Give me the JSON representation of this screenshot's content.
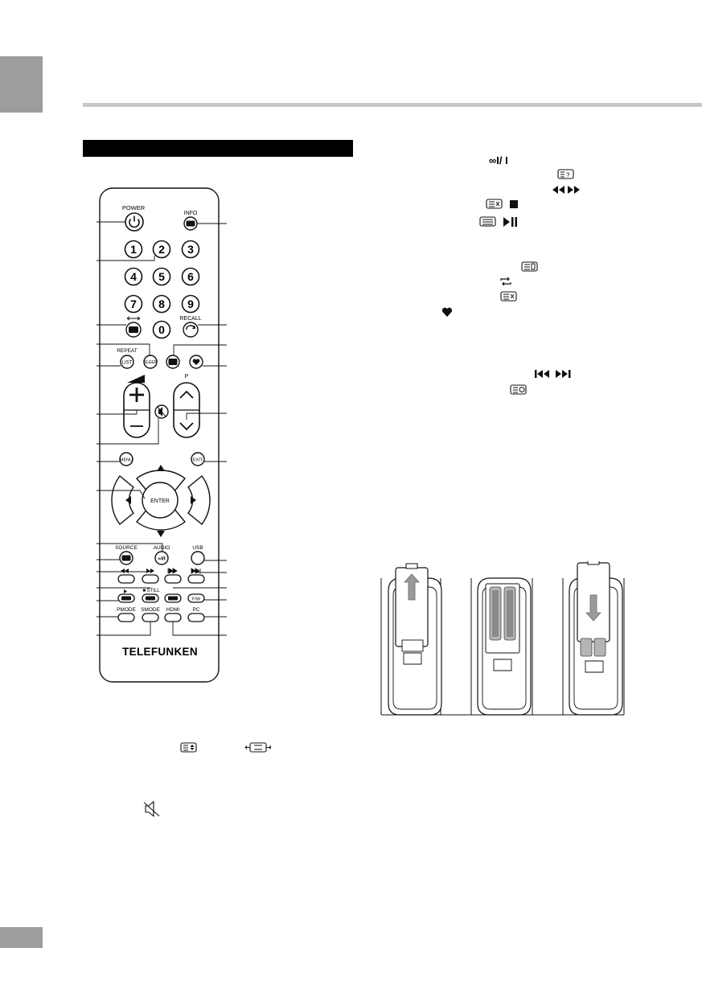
{
  "brand": "TELEFUNKEN",
  "remote": {
    "labels": {
      "power": "POWER",
      "info": "INFO",
      "recall": "RECALL",
      "repeat": "REPEAT",
      "list": "LIST",
      "sleep": "SLEEP",
      "p": "P",
      "menu": "MENU",
      "exit": "EXIT",
      "enter": "ENTER",
      "source": "SOURCE",
      "audio": "AUDIO",
      "usb": "USB",
      "still": "■ STILL",
      "pmode": "PMODE",
      "smode": "SMODE",
      "hdmi": "HDMI",
      "pc": "PC",
      "fw": "F/W"
    },
    "digits": [
      "1",
      "2",
      "3",
      "4",
      "5",
      "6",
      "7",
      "8",
      "9",
      "0"
    ]
  },
  "icons": [
    "power-icon",
    "info-icon",
    "volume-up-icon",
    "volume-down-icon",
    "mute-icon",
    "channel-up-icon",
    "channel-down-icon",
    "arrow-up-icon",
    "arrow-down-icon",
    "arrow-left-icon",
    "arrow-right-icon",
    "rewind-icon",
    "fast-forward-icon",
    "previous-icon",
    "next-icon",
    "play-pause-icon",
    "stop-icon",
    "repeat-icon",
    "favorite-heart-icon",
    "teletext-icon",
    "battery-icon"
  ]
}
